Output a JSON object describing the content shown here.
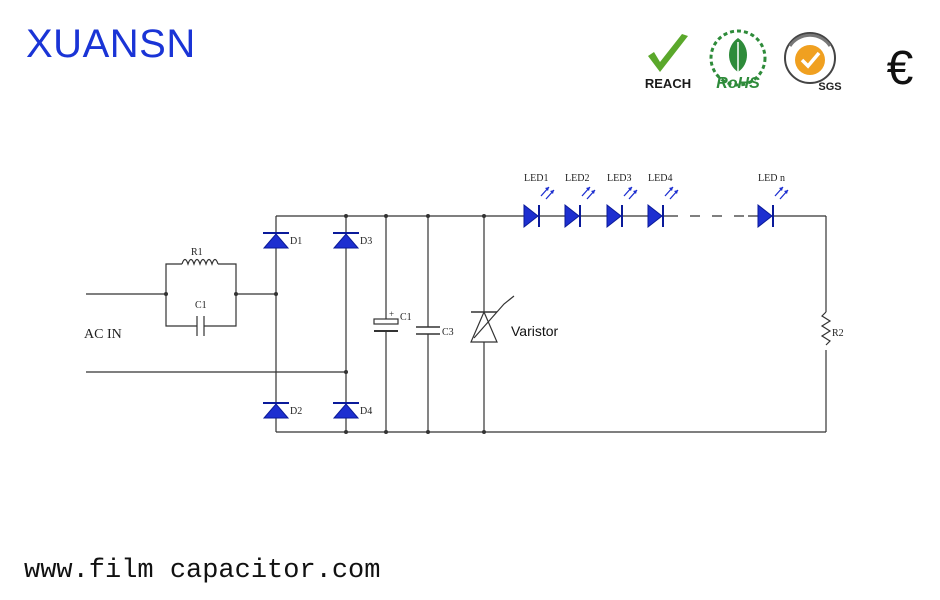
{
  "header": {
    "brand": "XUANSN",
    "certifications": [
      {
        "name": "reach",
        "label": "REACH",
        "color": "#5aa82b"
      },
      {
        "name": "rohs",
        "label": "RoHS",
        "color": "#2e8b3a"
      },
      {
        "name": "sgs",
        "label": "SGS",
        "color": "#f0a020"
      },
      {
        "name": "ce",
        "label": "€",
        "color": "#111111"
      }
    ]
  },
  "diagram": {
    "input_label": "AC IN",
    "r1": "R1",
    "c1_filter": "C1",
    "d1": "D1",
    "d2": "D2",
    "d3": "D3",
    "d4": "D4",
    "c1": "C1",
    "c3": "C3",
    "plus": "+",
    "varistor": "Varistor",
    "leds": [
      "LED1",
      "LED2",
      "LED3",
      "LED4"
    ],
    "led_n": "LED n",
    "r2": "R2",
    "diode_color": "#1d2fd0"
  },
  "footer": {
    "website": "www.film capacitor.com"
  }
}
